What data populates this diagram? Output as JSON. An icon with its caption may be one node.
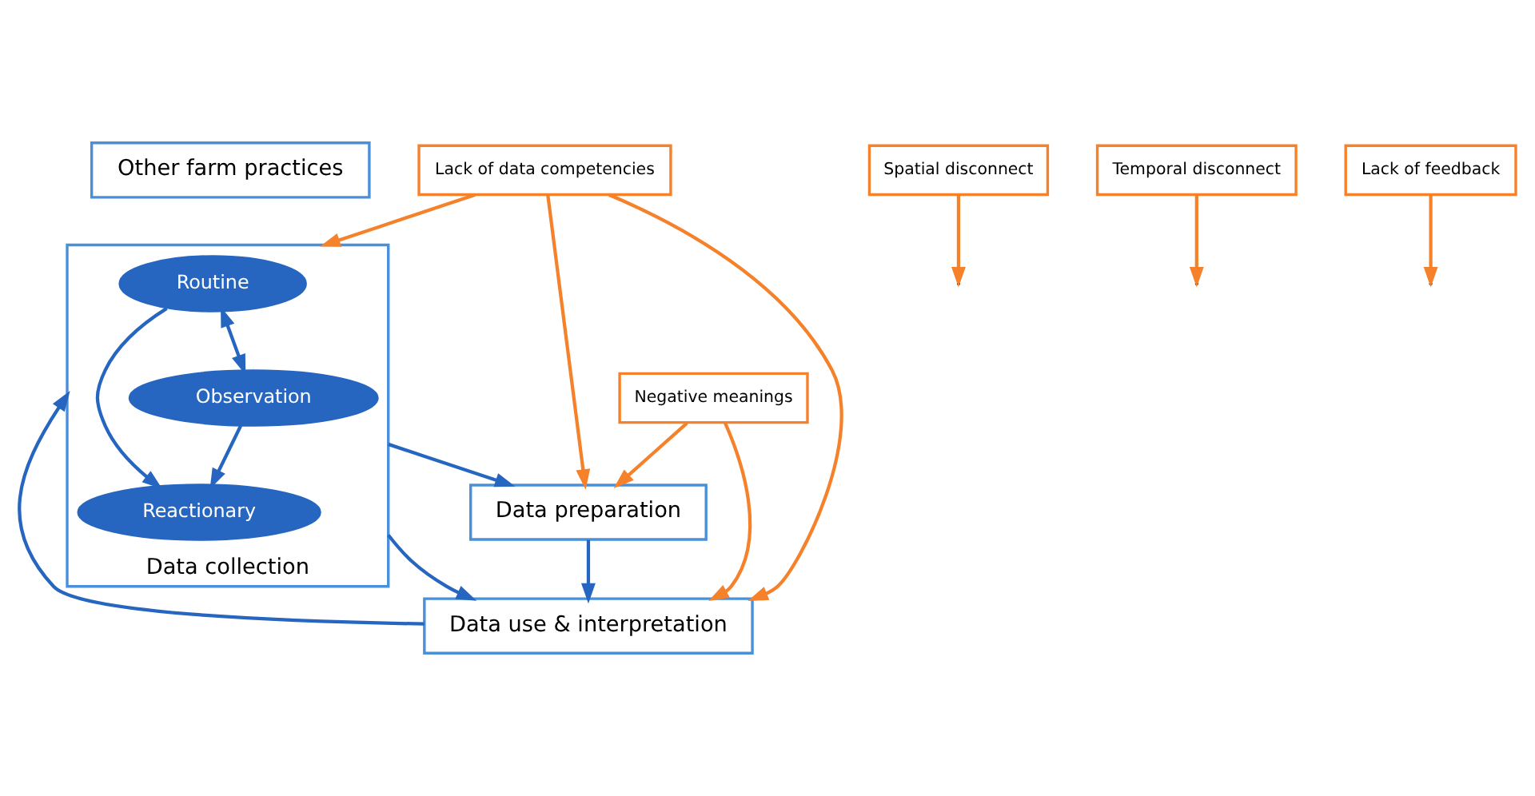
{
  "diagram": {
    "nodes": [
      {
        "text": [
          "Other farm practices"
        ]
      },
      {
        "text": [
          "Data collection"
        ]
      },
      {
        "text": [
          "Routine"
        ],
        "in": 1
      },
      {
        "text": [
          "Reactionary"
        ],
        "in": 1
      },
      {
        "text": [
          "Observation"
        ],
        "in": 1
      },
      {
        "text": [
          "Spatial disconnect"
        ]
      },
      {
        "text": [
          "Temporal disconnect"
        ]
      },
      {
        "text": [
          "Data preparation"
        ]
      },
      {
        "text": [
          "Lack of data competencies"
        ]
      },
      {
        "text": [
          "Lack of feedback"
        ]
      },
      {
        "text": [
          "Data use & interpretation"
        ]
      },
      {
        "text": [
          "Negative meanings"
        ]
      }
    ],
    "edges": [
      {
        "from": 2,
        "to": 3,
        "arrow": "to",
        "color": "#2666c0"
      },
      {
        "from": 2,
        "to": 4,
        "arrow": "both",
        "color": "#2666c0"
      },
      {
        "from": 4,
        "to": 3,
        "arrow": "to",
        "color": "#2666c0"
      },
      {
        "from": 6,
        "to": null,
        "arrow": "to",
        "color": "#f5822a"
      },
      {
        "from": 5,
        "to": null,
        "arrow": "to",
        "color": "#f5822a"
      },
      {
        "from": 1,
        "to": 7,
        "arrow": "to",
        "color": "#2666c0"
      },
      {
        "from": 1,
        "to": 10,
        "arrow": "to",
        "color": "#2666c0"
      },
      {
        "from": 10,
        "to": 1,
        "arrow": "to",
        "color": "#2666c0"
      },
      {
        "from": 9,
        "to": null,
        "arrow": "to",
        "color": "#f5822a"
      },
      {
        "from": 8,
        "to": 1,
        "arrow": "to",
        "color": "#f5822a"
      },
      {
        "from": 8,
        "to": 7,
        "arrow": "to",
        "color": "#f5822a"
      },
      {
        "from": 8,
        "to": 10,
        "arrow": "to",
        "color": "#f5822a"
      },
      {
        "from": 7,
        "to": 10,
        "arrow": "to",
        "color": "#2666c0"
      },
      {
        "from": 11,
        "to": 7,
        "arrow": "to",
        "color": "#f5822a"
      },
      {
        "from": 11,
        "to": 10,
        "arrow": "to",
        "color": "#f5822a"
      }
    ]
  }
}
